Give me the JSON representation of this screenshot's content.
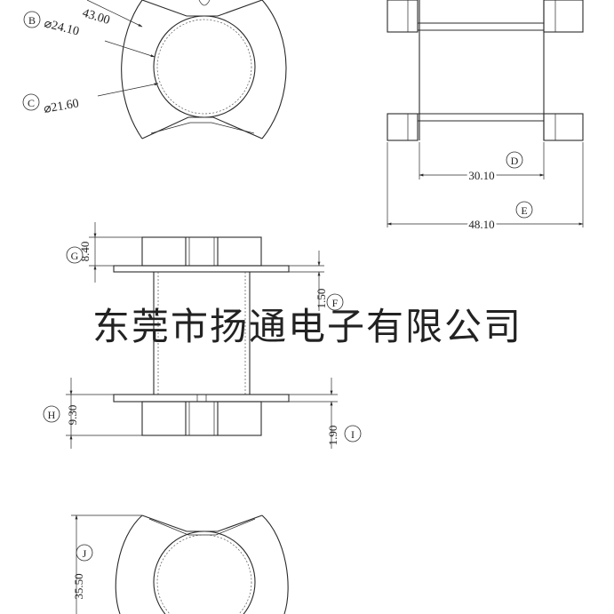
{
  "watermark": "东莞市扬通电子有限公司",
  "dimensions": {
    "a": "43.00",
    "b": "⌀24.10",
    "c": "⌀21.60",
    "d": "30.10",
    "e": "48.10",
    "f": "1.50",
    "g": "8.40",
    "h": "9.30",
    "i": "1.90",
    "j": "35.50"
  },
  "callouts": {
    "b": "B",
    "c": "C",
    "d": "D",
    "e": "E",
    "f": "F",
    "g": "G",
    "h": "H",
    "i": "I",
    "j": "J"
  },
  "colors": {
    "line": "#2a2a2a",
    "watermark": "#dadada",
    "background": "#ffffff"
  }
}
